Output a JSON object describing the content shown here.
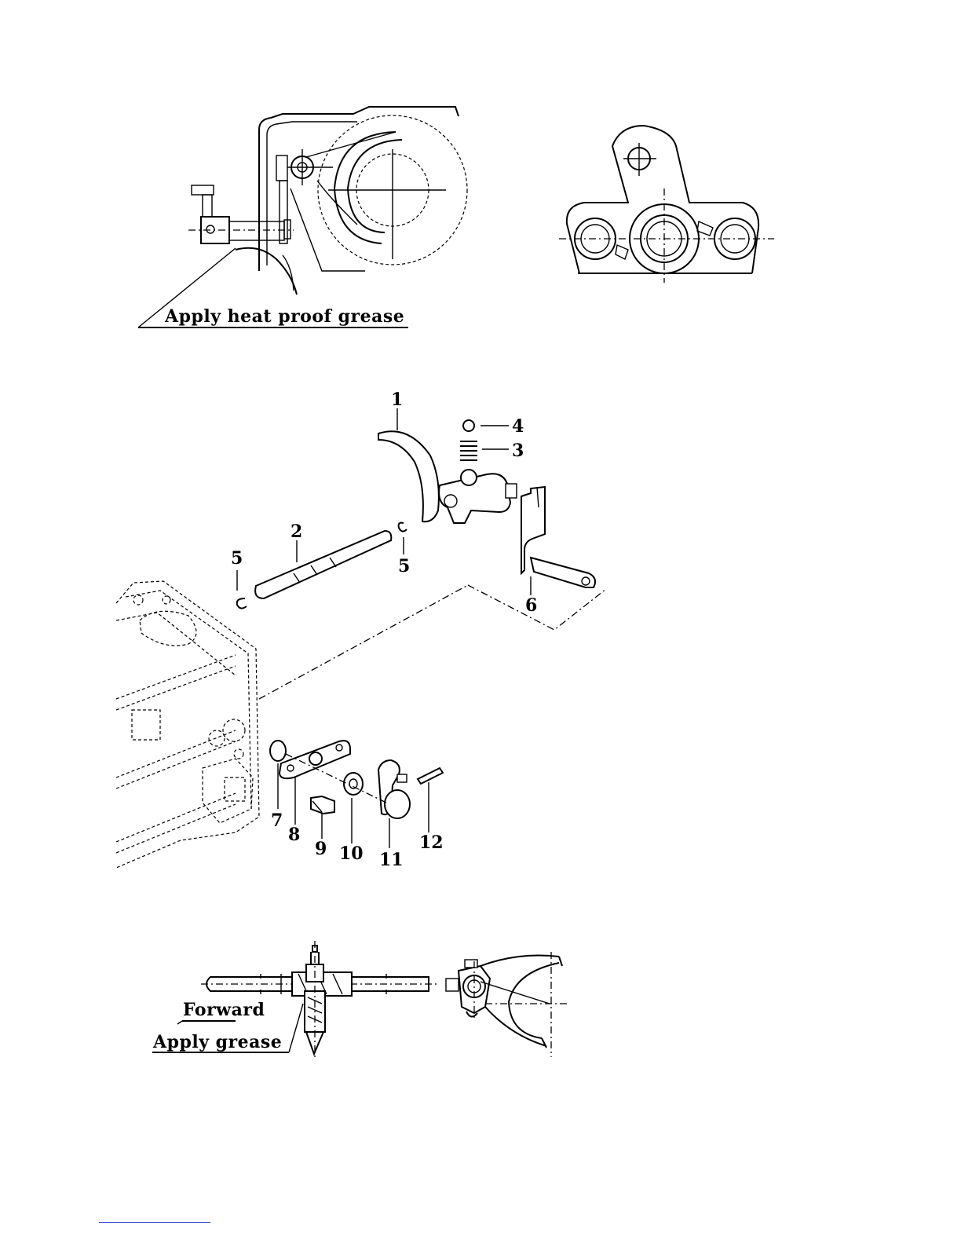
{
  "figures": {
    "top": {
      "annotation": "Apply heat proof grease"
    },
    "exploded": {
      "callouts": [
        "1",
        "2",
        "3",
        "4",
        "5",
        "5",
        "6",
        "7",
        "8",
        "9",
        "10",
        "11",
        "12"
      ]
    },
    "bottom": {
      "direction": "Forward",
      "annotation": "Apply grease"
    }
  },
  "colors": {
    "ink": "#000000",
    "footer_rule": "#3a4fcf"
  }
}
